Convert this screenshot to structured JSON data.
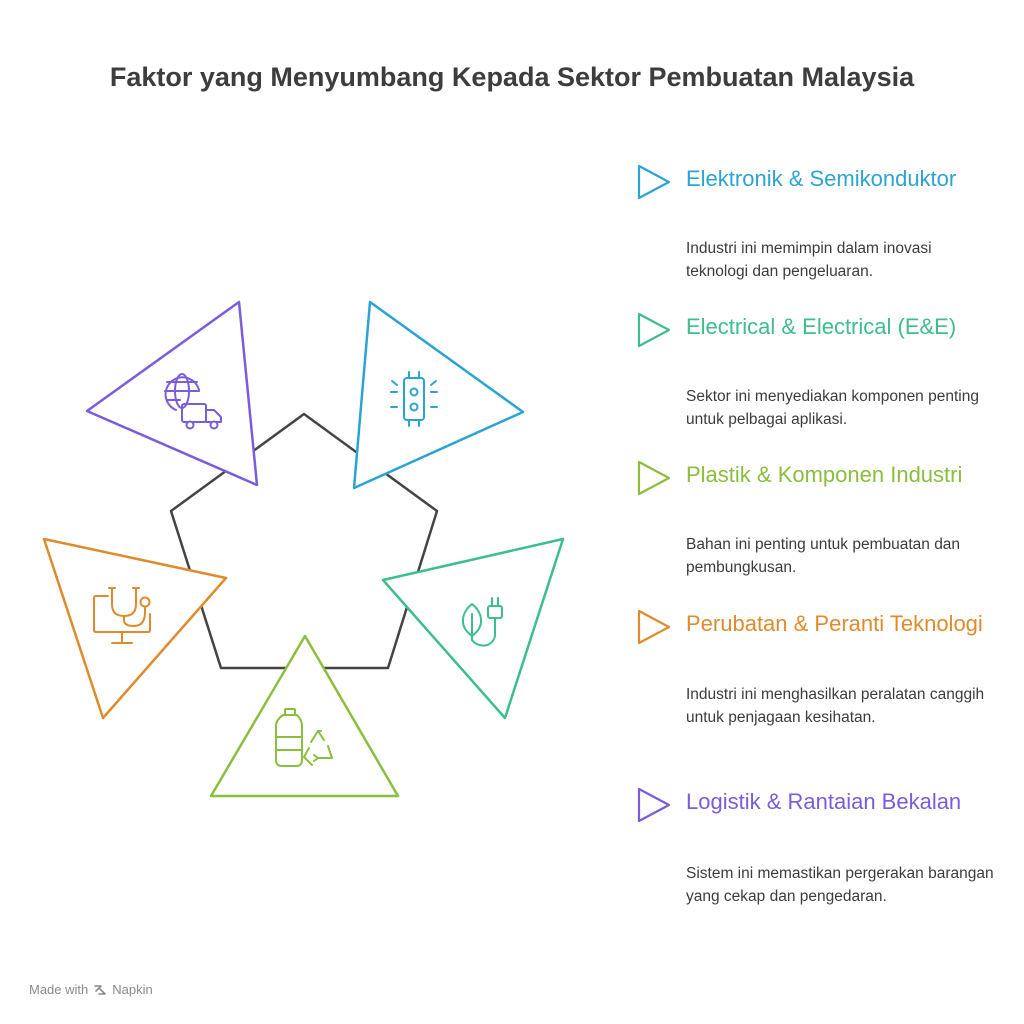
{
  "title": "Faktor yang Menyumbang Kepada Sektor Pembuatan Malaysia",
  "colors": {
    "pentagon": "#444444",
    "teal": "#2BA4D4",
    "green": "#3DBE8B",
    "lime": "#8BBE3D",
    "orange": "#E08A2E",
    "purple": "#7B5CDB"
  },
  "items": [
    {
      "title": "Elektronik & Semikonduktor",
      "description": "Industri ini memimpin dalam inovasi teknologi dan pengeluaran.",
      "color": "#2BA4D4",
      "icon": "chip-icon"
    },
    {
      "title": "Electrical & Electrical (E&E)",
      "description": "Sektor ini menyediakan komponen penting untuk pelbagai aplikasi.",
      "color": "#3DBE8B",
      "icon": "plug-leaf-icon"
    },
    {
      "title": "Plastik & Komponen Industri",
      "description": "Bahan ini penting untuk pembuatan dan pembungkusan.",
      "color": "#8BBE3D",
      "icon": "recycle-bottle-icon"
    },
    {
      "title": "Perubatan & Peranti Teknologi",
      "description": "Industri ini menghasilkan peralatan canggih untuk penjagaan kesihatan.",
      "color": "#E08A2E",
      "icon": "medical-monitor-icon"
    },
    {
      "title": "Logistik & Rantaian Bekalan",
      "description": "Sistem ini memastikan pergerakan barangan yang cekap dan pengedaran.",
      "color": "#7B5CDB",
      "icon": "globe-truck-icon"
    }
  ],
  "footer": {
    "made_with": "Made with",
    "brand": "Napkin"
  }
}
